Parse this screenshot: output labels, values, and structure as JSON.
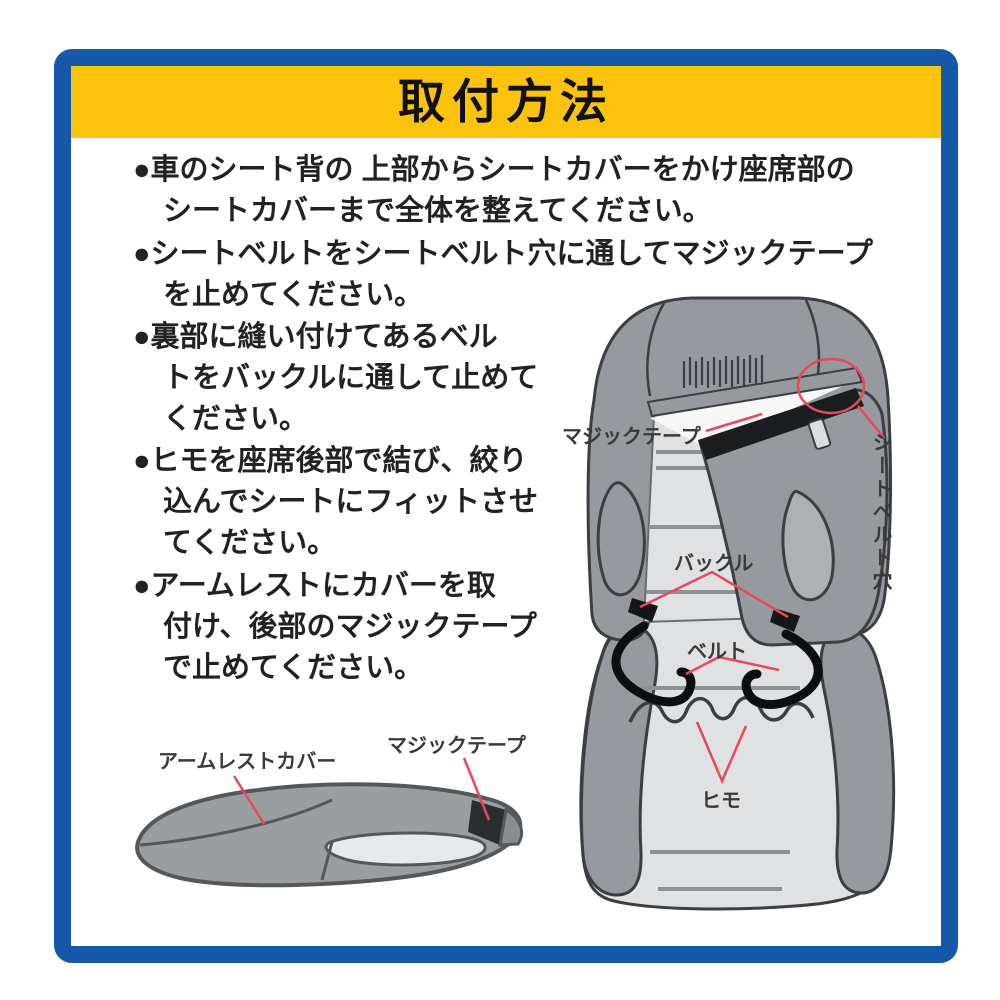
{
  "header": {
    "title": "取付方法"
  },
  "instructions": {
    "items": [
      {
        "text": "●車のシート背の 上部からシートカバーをかけ座席部の\nシートカバーまで全体を整えてください。"
      },
      {
        "text": "●シートベルトをシートベルト穴に通してマジックテープ\nを止めてください。"
      },
      {
        "text": "●裏部に縫い付けてあるベル\nトをバックルに通して止めて\nください。"
      },
      {
        "text": "●ヒモを座席後部で結び、絞り\n込んでシートにフィットさせ\nてください。"
      },
      {
        "text": "●アームレストにカバーを取\n付け、後部のマジックテープ\nで止めてください。"
      }
    ]
  },
  "seat_diagram": {
    "labels": {
      "velcro": "マジックテープ",
      "seatbelt_hole": "シートベルト穴",
      "buckle": "バックル",
      "belt": "ベルト",
      "cord": "ヒモ"
    }
  },
  "armrest_diagram": {
    "labels": {
      "cover": "アームレストカバー",
      "velcro": "マジックテープ"
    }
  },
  "colors": {
    "frame_blue": "#1558a8",
    "header_yellow": "#fcc30e",
    "pointer_red": "#e8495a",
    "seat_gray": "#96999d",
    "seat_light_gray": "#e0e1e2",
    "outline_dark": "#3b3e42",
    "text_dark": "#222222"
  }
}
